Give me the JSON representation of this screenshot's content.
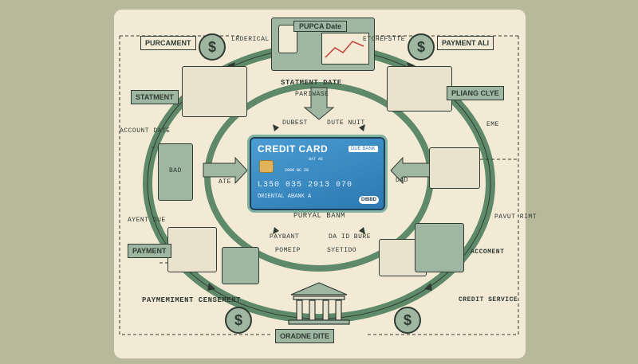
{
  "center": {
    "card_title": "CREDIT CARD",
    "card_bank_tag": "DUE BANK",
    "card_subtext": "BAT AE",
    "card_expiry": "2008 BC 20",
    "card_number": "L350  035  2913  070",
    "card_name": "ORIENTAL ABANK A",
    "card_logo": "DIBBD",
    "above_label": "PARIWASE",
    "above_left": "DUBEST",
    "above_right": "DUTE NUIT",
    "below_label": "PURYAL BANM",
    "below_left": "PAYBANT",
    "below_right": "DA ID BURE",
    "below_left2": "POMEIP",
    "below_right2": "SYETIDO"
  },
  "labels": {
    "top_title": "PUPCA Date",
    "top_left_small": "LRDERICAL",
    "top_right_small": "ETOHEFSTTE",
    "statement_date": "STATMENT DATE",
    "purchament": "PURCAMENT",
    "payment_ali": "PAYMENT ALI",
    "statment": "STATMENT",
    "pliang_clye": "PLIANG CLYE",
    "account_date": "ACCOUNT DATE",
    "eme": "EME",
    "payment_due": "AYENT DUE",
    "payment": "PAYMENT",
    "payvt_rimt": "PAVUT RIMT",
    "accoment": "ACCOMENT",
    "paymement_censement": "PAYMEMIMENT CENSEMENT",
    "credit_service": "CREDIT SERVICE",
    "oradne_dite": "ORADNE DITE",
    "ate": "ATE",
    "bad": "BAD",
    "dad": "DAD"
  },
  "colors": {
    "background": "#b7b99a",
    "paper": "#f3ead6",
    "ring": "#5e8a6a",
    "ink": "#2f3a32",
    "card_blue": "#2d78b2"
  }
}
